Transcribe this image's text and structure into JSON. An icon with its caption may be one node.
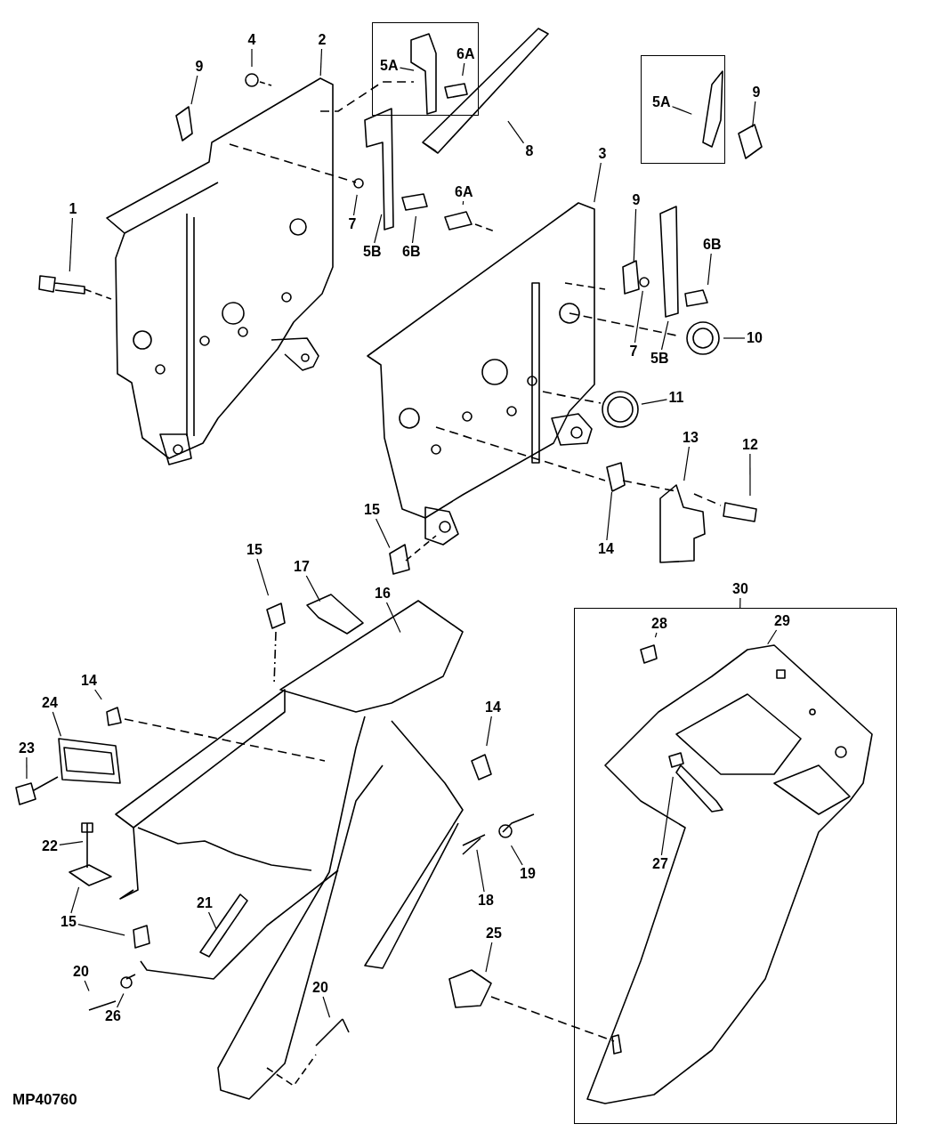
{
  "diagram": {
    "nodes": [
      {
        "text": [],
        "shape": "box"
      },
      {
        "text": [
          "5A"
        ],
        "in": 0
      },
      {
        "text": [
          "6A"
        ],
        "in": 0
      },
      {
        "text": [
          "4"
        ]
      },
      {
        "text": [
          "2"
        ]
      },
      {
        "text": [
          "9"
        ]
      },
      {
        "text": [],
        "shape": "box"
      },
      {
        "text": [
          "5A"
        ],
        "in": 6
      },
      {
        "text": [
          "9"
        ]
      },
      {
        "text": [
          "8"
        ]
      },
      {
        "text": [
          "3"
        ]
      },
      {
        "text": [
          "9"
        ]
      },
      {
        "text": [
          "6B"
        ]
      },
      {
        "text": [
          "6A"
        ]
      },
      {
        "text": [
          "7"
        ]
      },
      {
        "text": [
          "5B"
        ]
      },
      {
        "text": [
          "6B"
        ]
      },
      {
        "text": [
          "1"
        ]
      },
      {
        "text": [
          "10"
        ]
      },
      {
        "text": [
          "7"
        ]
      },
      {
        "text": [
          "5B"
        ]
      },
      {
        "text": [
          "11"
        ]
      },
      {
        "text": [
          "13"
        ]
      },
      {
        "text": [
          "12"
        ]
      },
      {
        "text": [
          "15"
        ]
      },
      {
        "text": [
          "14"
        ]
      },
      {
        "text": [
          "30"
        ]
      },
      {
        "text": [],
        "shape": "box"
      },
      {
        "text": [
          "28"
        ],
        "in": 27
      },
      {
        "text": [
          "29"
        ],
        "in": 27
      },
      {
        "text": [
          "15"
        ]
      },
      {
        "text": [
          "17"
        ]
      },
      {
        "text": [
          "16"
        ]
      },
      {
        "text": [
          "14"
        ]
      },
      {
        "text": [
          "24"
        ]
      },
      {
        "text": [
          "14"
        ]
      },
      {
        "text": [
          "23"
        ]
      },
      {
        "text": [
          "27"
        ],
        "in": 27
      },
      {
        "text": [
          "22"
        ]
      },
      {
        "text": [
          "19"
        ]
      },
      {
        "text": [
          "18"
        ]
      },
      {
        "text": [
          "21"
        ]
      },
      {
        "text": [
          "15"
        ]
      },
      {
        "text": [
          "25"
        ]
      },
      {
        "text": [
          "20"
        ]
      },
      {
        "text": [
          "26"
        ]
      },
      {
        "text": [
          "20"
        ]
      }
    ],
    "edges": [
      {
        "from": 1,
        "to": null,
        "arrow": "none"
      },
      {
        "from": 2,
        "to": null,
        "arrow": "none"
      },
      {
        "from": 3,
        "to": null,
        "arrow": "none"
      },
      {
        "from": 4,
        "to": null,
        "arrow": "none"
      },
      {
        "from": 5,
        "to": null,
        "arrow": "none"
      },
      {
        "from": 7,
        "to": null,
        "arrow": "none"
      },
      {
        "from": 8,
        "to": null,
        "arrow": "none"
      },
      {
        "from": 9,
        "to": null,
        "arrow": "none"
      },
      {
        "from": 10,
        "to": null,
        "arrow": "none"
      },
      {
        "from": 11,
        "to": null,
        "arrow": "none"
      },
      {
        "from": 12,
        "to": null,
        "arrow": "none"
      },
      {
        "from": 13,
        "to": null,
        "arrow": "none"
      },
      {
        "from": 14,
        "to": null,
        "arrow": "none"
      },
      {
        "from": 15,
        "to": null,
        "arrow": "none"
      },
      {
        "from": 16,
        "to": null,
        "arrow": "none"
      },
      {
        "from": 17,
        "to": null,
        "arrow": "none"
      },
      {
        "from": 18,
        "to": null,
        "arrow": "none"
      },
      {
        "from": 19,
        "to": null,
        "arrow": "none"
      },
      {
        "from": 20,
        "to": null,
        "arrow": "none"
      },
      {
        "from": 21,
        "to": null,
        "arrow": "none"
      },
      {
        "from": 22,
        "to": null,
        "arrow": "none"
      },
      {
        "from": 23,
        "to": null,
        "arrow": "none"
      },
      {
        "from": 24,
        "to": null,
        "arrow": "none"
      },
      {
        "from": 25,
        "to": null,
        "arrow": "none"
      },
      {
        "from": 26,
        "to": 27,
        "arrow": "none"
      },
      {
        "from": 28,
        "to": null,
        "arrow": "none"
      },
      {
        "from": 29,
        "to": null,
        "arrow": "none"
      },
      {
        "from": 30,
        "to": null,
        "arrow": "none"
      },
      {
        "from": 31,
        "to": null,
        "arrow": "none"
      },
      {
        "from": 32,
        "to": null,
        "arrow": "none"
      },
      {
        "from": 33,
        "to": null,
        "arrow": "none"
      },
      {
        "from": 34,
        "to": null,
        "arrow": "none"
      },
      {
        "from": 35,
        "to": null,
        "arrow": "none"
      },
      {
        "from": 36,
        "to": null,
        "arrow": "none"
      },
      {
        "from": 37,
        "to": null,
        "arrow": "none"
      },
      {
        "from": 38,
        "to": null,
        "arrow": "none"
      },
      {
        "from": 39,
        "to": null,
        "arrow": "none"
      },
      {
        "from": 40,
        "to": null,
        "arrow": "none"
      },
      {
        "from": 41,
        "to": null,
        "arrow": "none"
      },
      {
        "from": 42,
        "to": null,
        "arrow": "none"
      },
      {
        "from": 42,
        "to": null,
        "arrow": "none"
      },
      {
        "from": 43,
        "to": null,
        "arrow": "none"
      },
      {
        "from": 44,
        "to": null,
        "arrow": "none"
      },
      {
        "from": 45,
        "to": null,
        "arrow": "none"
      },
      {
        "from": 46,
        "to": null,
        "arrow": "none"
      }
    ],
    "labels": [
      "MP40760"
    ]
  }
}
